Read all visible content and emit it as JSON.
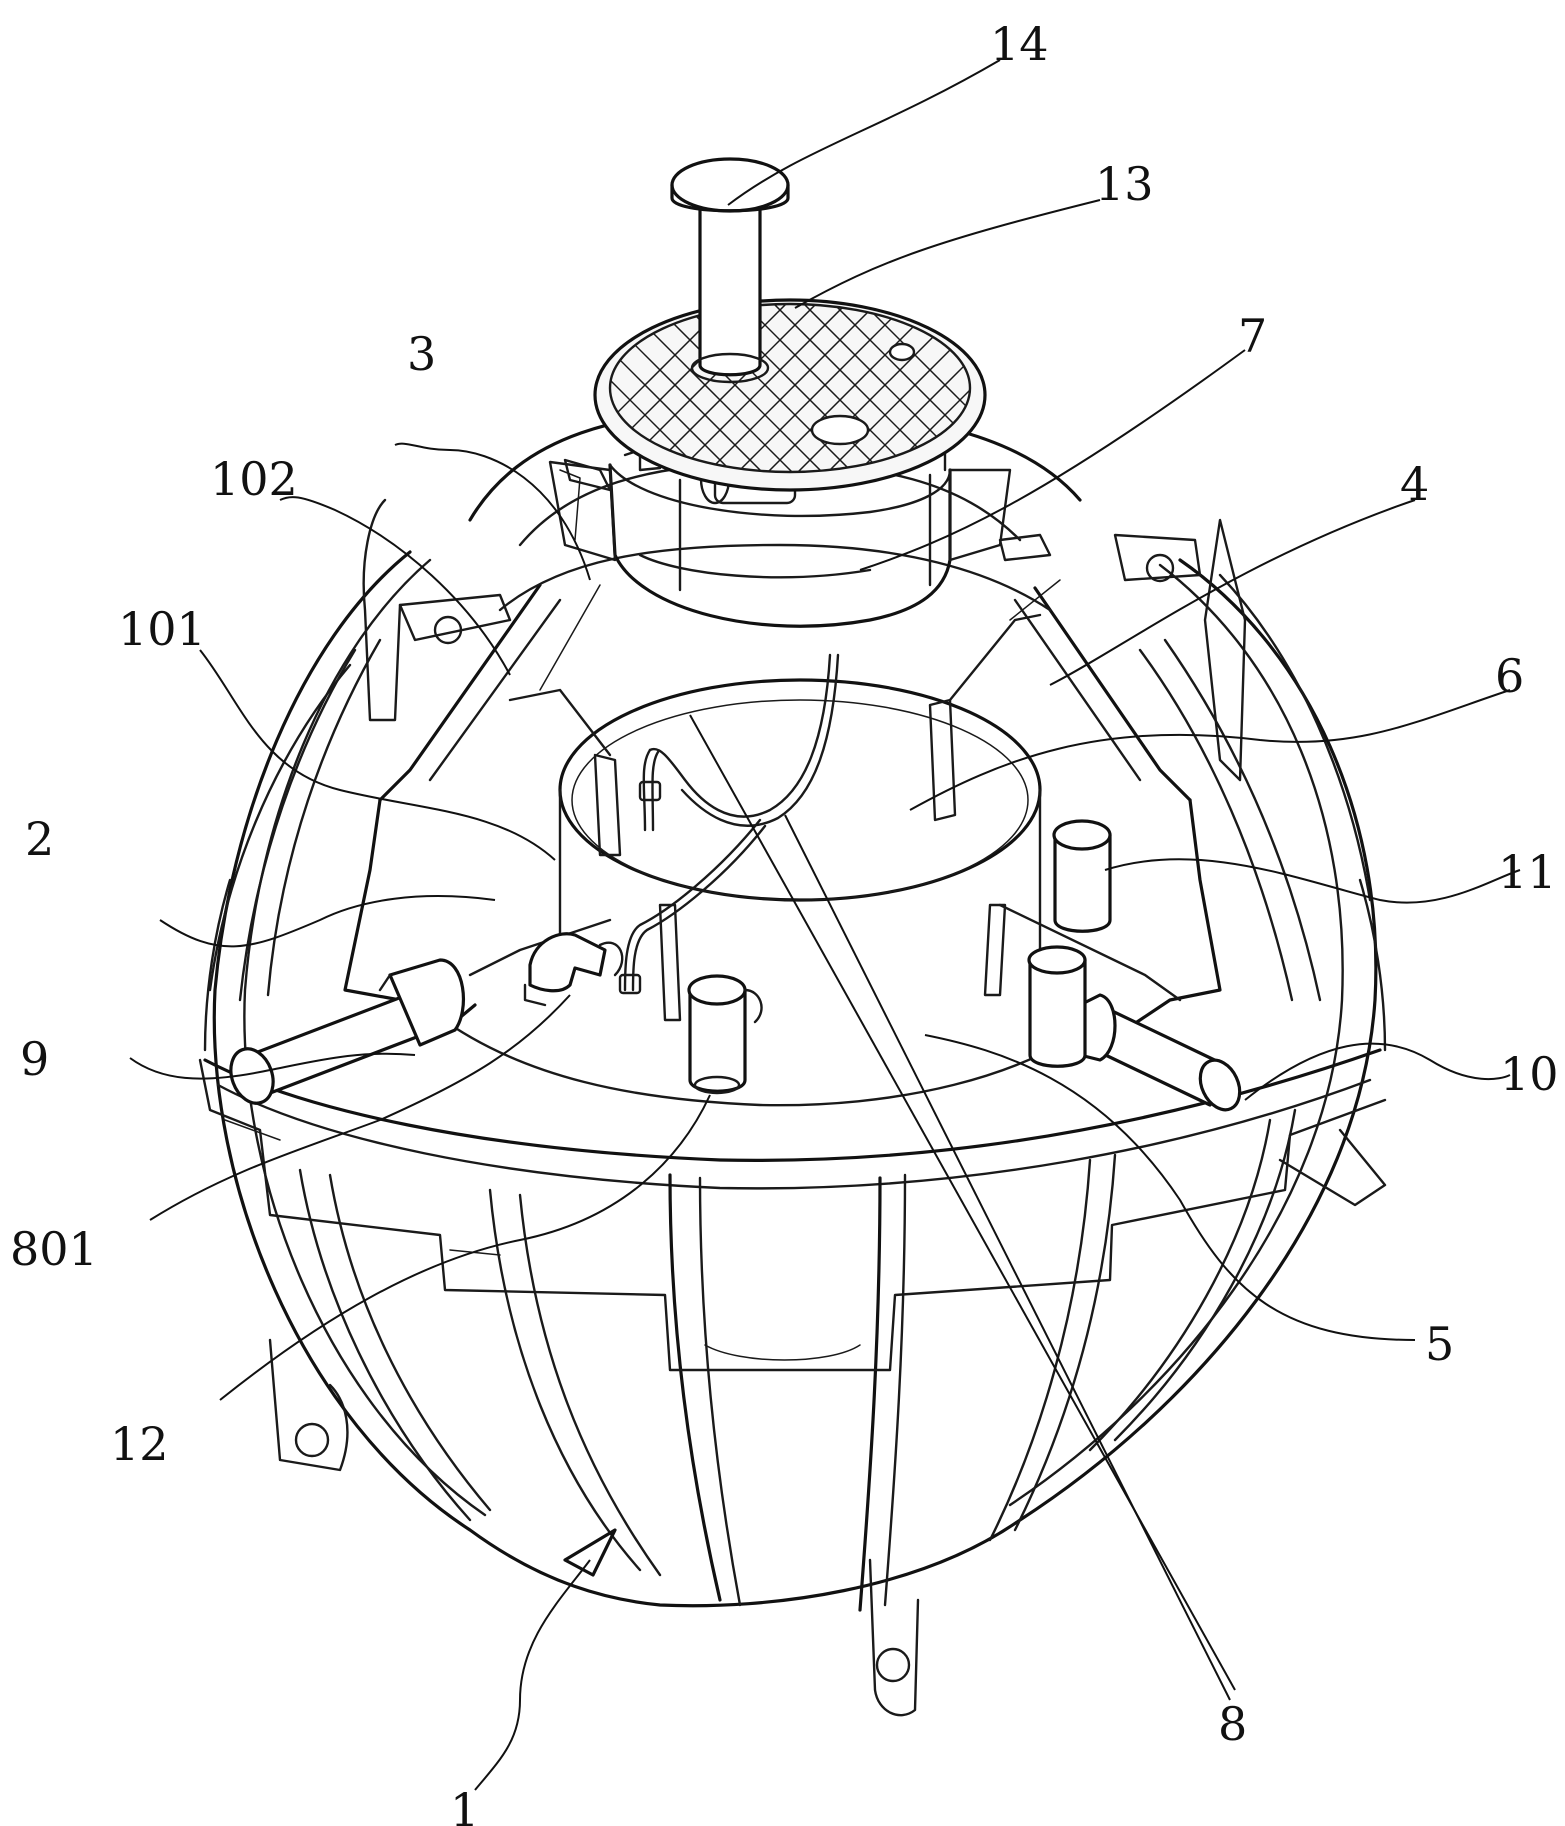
{
  "labels": {
    "l1": "1",
    "l2": "2",
    "l3": "3",
    "l4": "4",
    "l5": "5",
    "l6": "6",
    "l7": "7",
    "l8": "8",
    "l9": "9",
    "l10": "10",
    "l11": "11",
    "l12": "12",
    "l13": "13",
    "l14": "14",
    "l101": "101",
    "l102": "102",
    "l801": "801"
  },
  "colors": {
    "line": "#1a1a1a",
    "background": "#ffffff"
  }
}
